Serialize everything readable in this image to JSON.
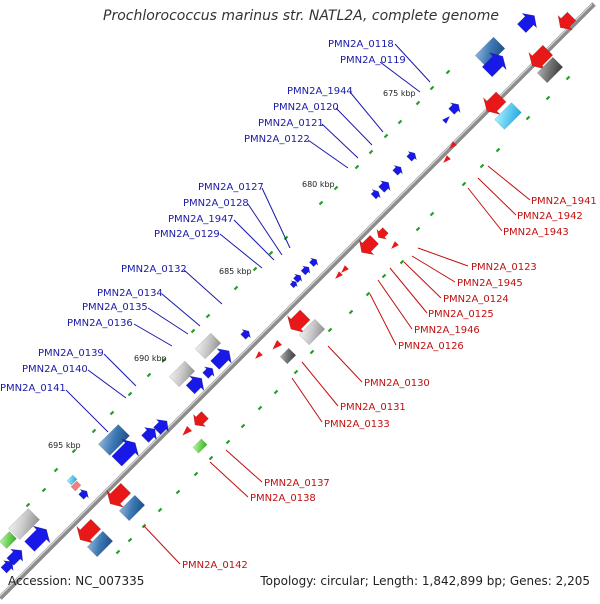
{
  "title": "Prochlorococcus marinus str. NATL2A, complete genome",
  "footer": {
    "accession": "Accession: NC_007335",
    "summary": "Topology: circular; Length: 1,842,899 bp; Genes: 2,205"
  },
  "ticks": [
    {
      "label": "675 kbp"
    },
    {
      "label": "680 kbp"
    },
    {
      "label": "685 kbp"
    },
    {
      "label": "690 kbp"
    },
    {
      "label": "695 kbp"
    }
  ],
  "outer_labels": [
    {
      "text": "PMN2A_0118"
    },
    {
      "text": "PMN2A_0119"
    },
    {
      "text": "PMN2A_1944"
    },
    {
      "text": "PMN2A_0120"
    },
    {
      "text": "PMN2A_0121"
    },
    {
      "text": "PMN2A_0122"
    },
    {
      "text": "PMN2A_0127"
    },
    {
      "text": "PMN2A_0128"
    },
    {
      "text": "PMN2A_1947"
    },
    {
      "text": "PMN2A_0129"
    },
    {
      "text": "PMN2A_0132"
    },
    {
      "text": "PMN2A_0134"
    },
    {
      "text": "PMN2A_0135"
    },
    {
      "text": "PMN2A_0136"
    },
    {
      "text": "PMN2A_0139"
    },
    {
      "text": "PMN2A_0140"
    },
    {
      "text": "PMN2A_0141"
    }
  ],
  "inner_labels": [
    {
      "text": "PMN2A_1941"
    },
    {
      "text": "PMN2A_1942"
    },
    {
      "text": "PMN2A_1943"
    },
    {
      "text": "PMN2A_0123"
    },
    {
      "text": "PMN2A_1945"
    },
    {
      "text": "PMN2A_0124"
    },
    {
      "text": "PMN2A_0125"
    },
    {
      "text": "PMN2A_1946"
    },
    {
      "text": "PMN2A_0126"
    },
    {
      "text": "PMN2A_0130"
    },
    {
      "text": "PMN2A_0131"
    },
    {
      "text": "PMN2A_0133"
    },
    {
      "text": "PMN2A_0137"
    },
    {
      "text": "PMN2A_0138"
    },
    {
      "text": "PMN2A_0142"
    }
  ],
  "colors": {
    "forward": "#1010e0",
    "reverse": "#e01010",
    "outer_label": "#1a1aa8",
    "inner_label": "#c01010",
    "backbone": "#808080"
  }
}
